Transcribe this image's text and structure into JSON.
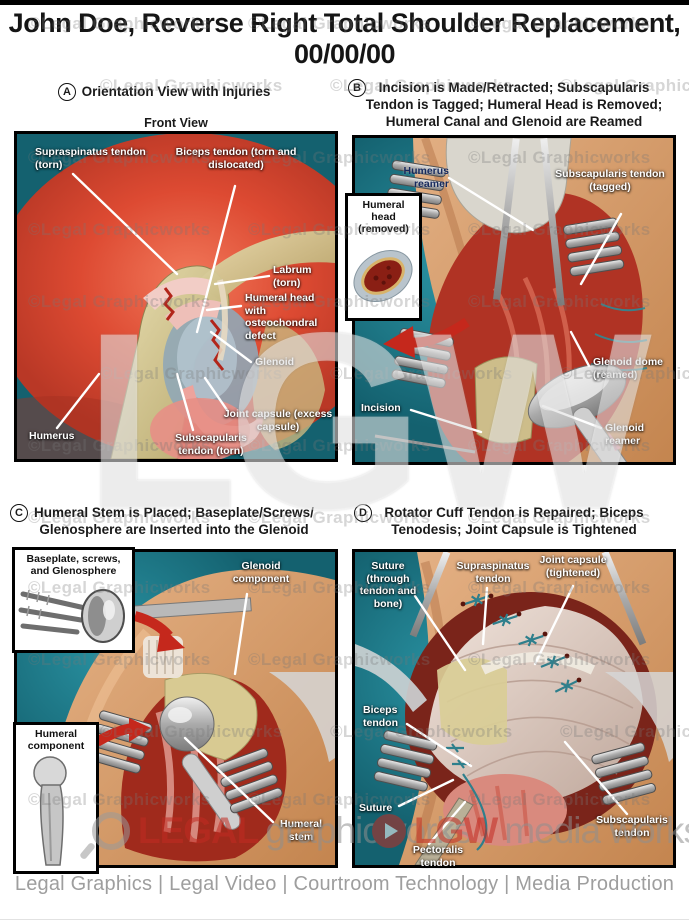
{
  "page": {
    "title_lines": [
      "John Doe, Reverse Right Total Shoulder Replacement,",
      "00/00/00"
    ],
    "footer": "Legal Graphics | Legal Video | Courtroom Technology | Media Production"
  },
  "watermarks": {
    "copyright": "©Legal Graphicworks",
    "monogram": "LGW",
    "graphics_brand": {
      "word1": "LEGAL",
      "word2": "graphicworks"
    },
    "media_brand": {
      "word1": "LGW",
      "word2": "media works"
    }
  },
  "colors": {
    "teal_background": "#1d7f8e",
    "muscle_red": "#d84a32",
    "bone_tan": "#cfc08a",
    "skin": "#d49a66",
    "arrow_red": "#c5281c",
    "suture_teal": "#2e7f8c",
    "label_white": "#ffffff",
    "label_navy": "#172a5e",
    "watermark_gray": "#8a8a8a"
  },
  "panels": {
    "a": {
      "letter": "A",
      "heading_lines": [
        "Orientation View with Injuries"
      ],
      "view_caption": "Front View",
      "labels": {
        "supraspinatus": "Supraspinatus tendon (torn)",
        "biceps": "Biceps tendon (torn and dislocated)",
        "labrum": "Labrum (torn)",
        "humeral_head": "Humeral head with osteochondral defect",
        "glenoid": "Glenoid",
        "joint_capsule": "Joint capsule (excess capsule)",
        "humerus": "Humerus",
        "subscapularis": "Subscapularis tendon (torn)"
      }
    },
    "b": {
      "letter": "B",
      "heading_lines": [
        "Incision is Made/Retracted; Subscapularis",
        "Tendon is Tagged; Humeral Head is Removed;",
        "Humeral Canal and Glenoid are Reamed"
      ],
      "labels": {
        "humerus_reamer": "Humerus reamer",
        "inset_caption": "Humeral head (removed)",
        "subscapularis": "Subscapularis tendon (tagged)",
        "glenoid_dome": "Glenoid dome (reamed)",
        "incision": "Incision",
        "glenoid_reamer": "Glenoid reamer"
      }
    },
    "c": {
      "letter": "C",
      "heading_lines": [
        "Humeral Stem is Placed; Baseplate/Screws/",
        "Glenosphere are Inserted into the Glenoid"
      ],
      "labels": {
        "inset_top_caption": "Baseplate, screws, and Glenosphere",
        "glenoid_component": "Glenoid component",
        "inset_bottom_caption": "Humeral component",
        "humeral_stem": "Humeral stem"
      }
    },
    "d": {
      "letter": "D",
      "heading_lines": [
        "Rotator Cuff Tendon is Repaired; Biceps",
        "Tenodesis; Joint Capsule is Tightened"
      ],
      "labels": {
        "suture_through": "Suture (through tendon and bone)",
        "supraspinatus": "Supraspinatus tendon",
        "joint_capsule": "Joint capsule (tightened)",
        "biceps": "Biceps tendon",
        "suture": "Suture",
        "pectoralis": "Pectoralis tendon",
        "subscapularis": "Subscapularis tendon"
      }
    }
  }
}
